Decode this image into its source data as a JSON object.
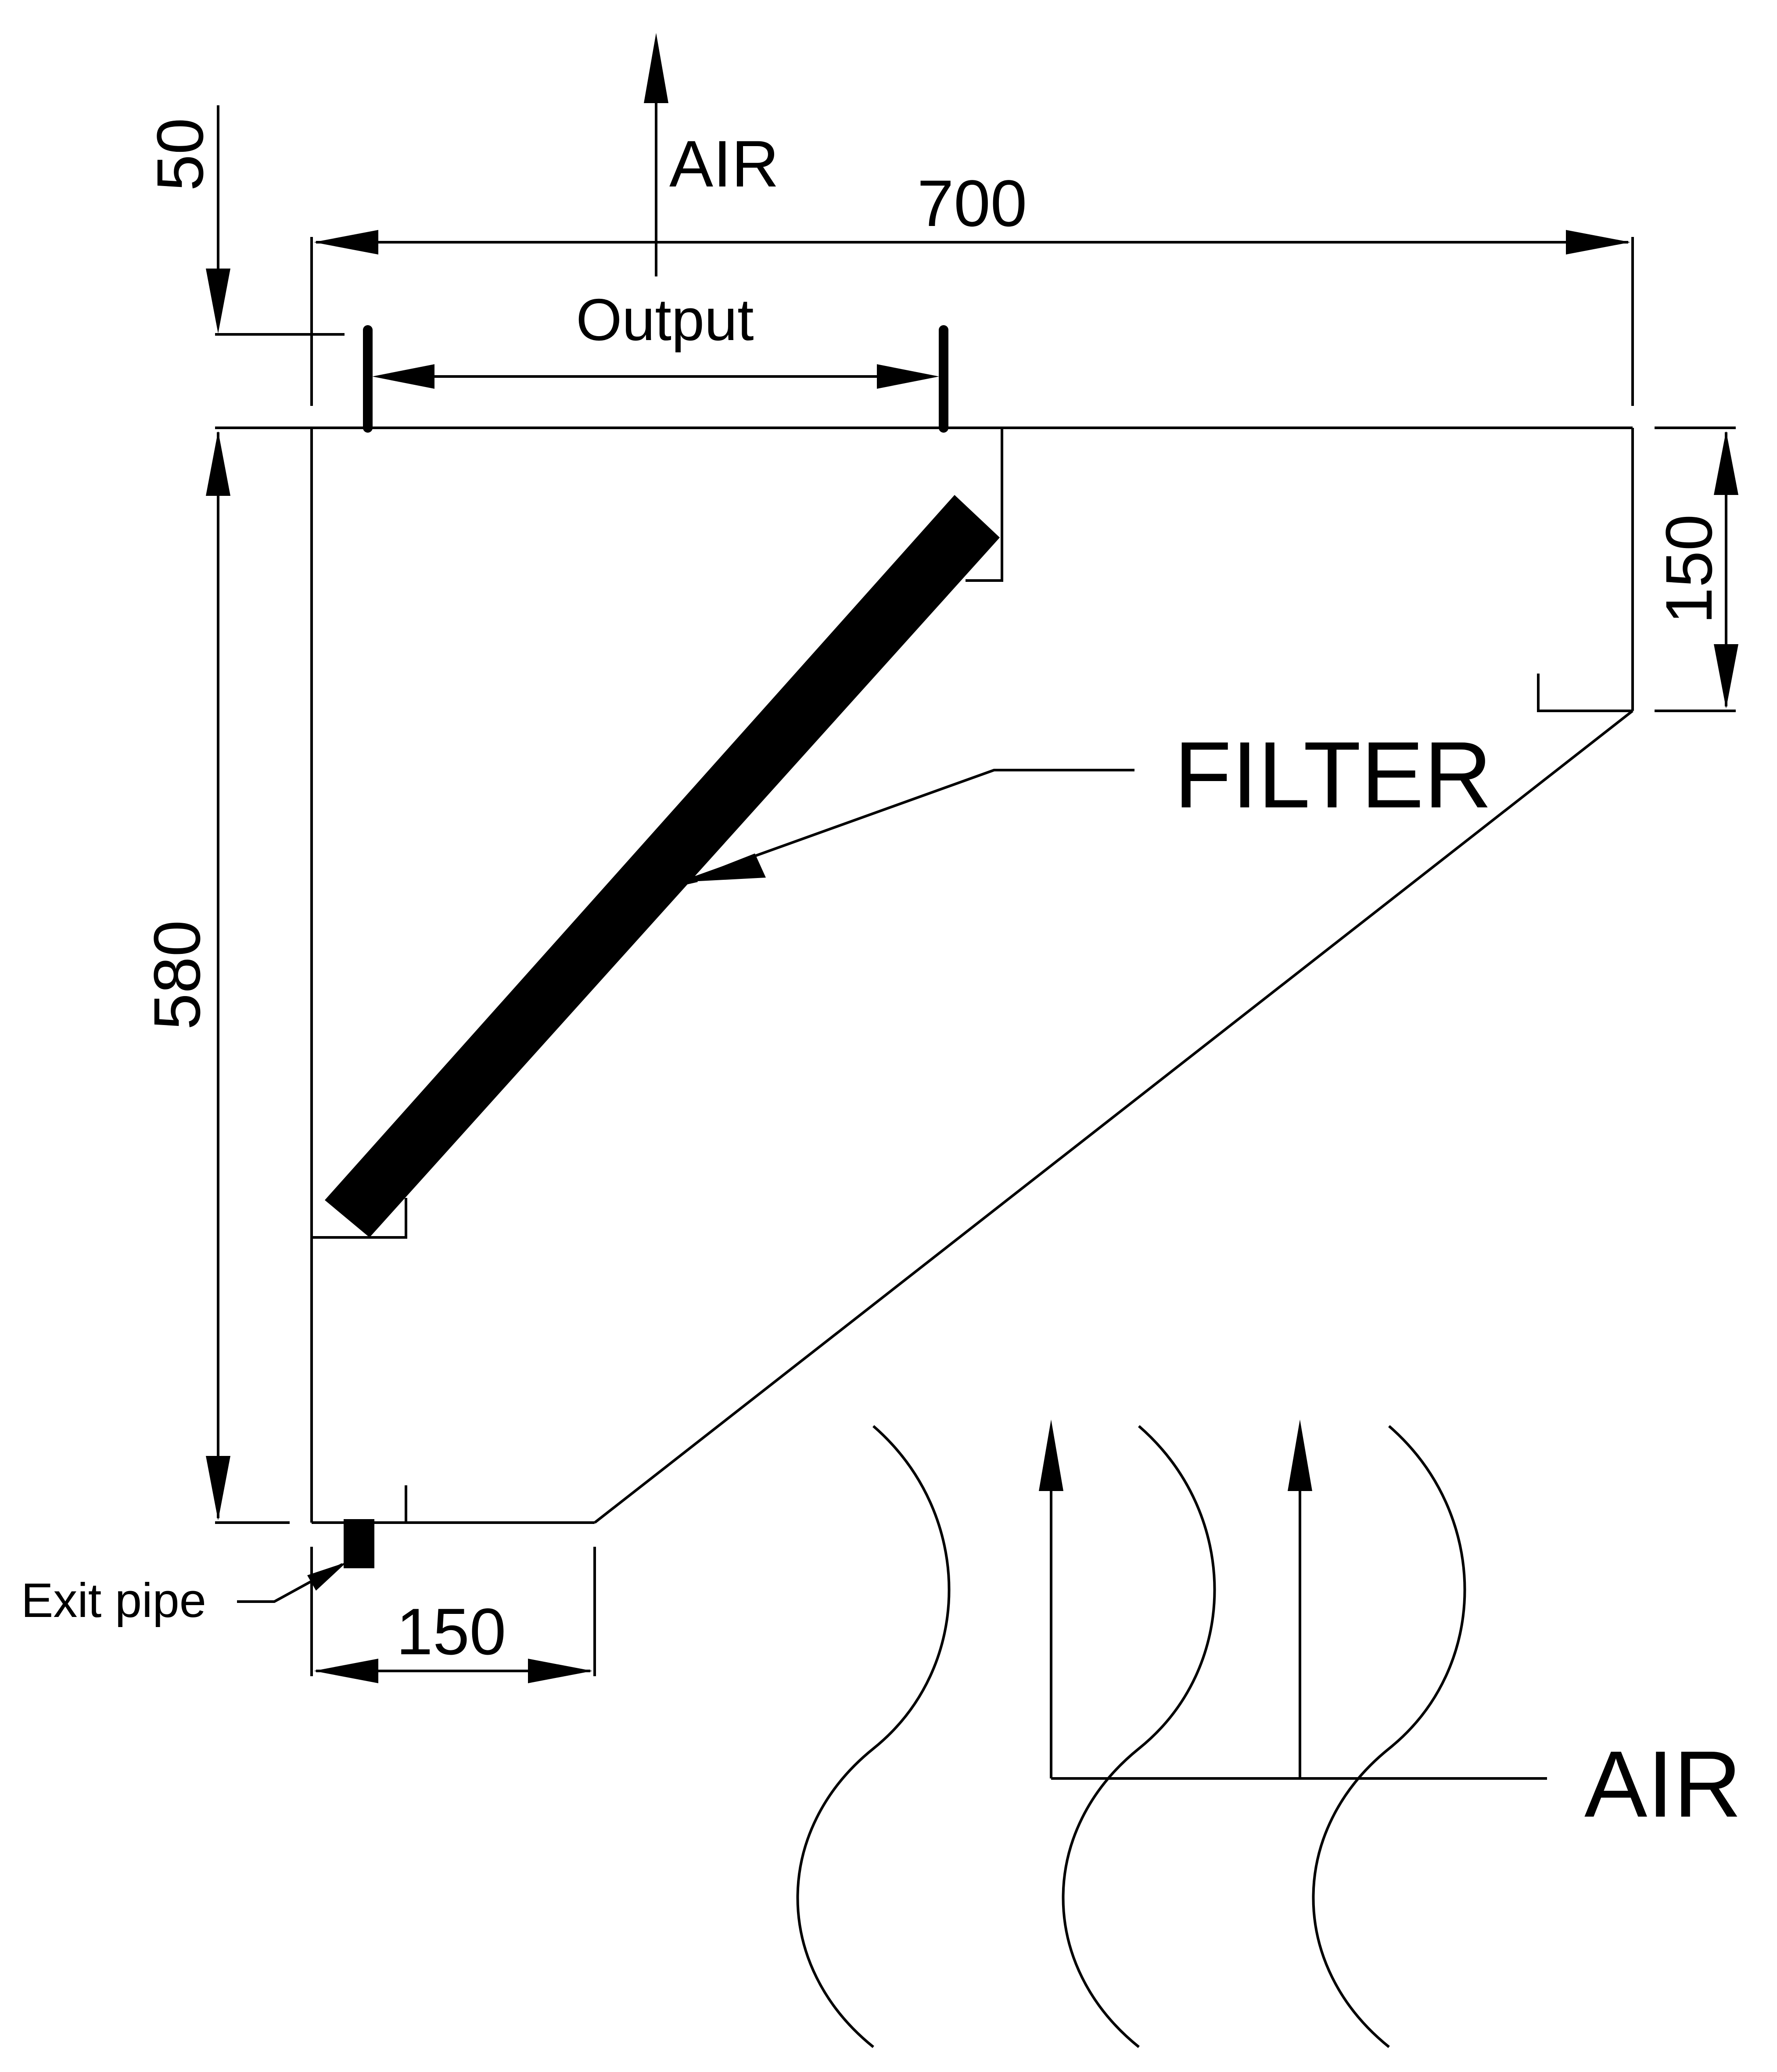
{
  "labels": {
    "air_top": "AIR",
    "air_bottom": "AIR",
    "output": "Output",
    "filter": "FILTER",
    "exit_pipe": "Exit pipe"
  },
  "dimensions": {
    "width_total": "700",
    "gap_top": "50",
    "height_left": "580",
    "height_right": "150",
    "width_bottom": "150"
  },
  "colors": {
    "ink": "#000000",
    "background": "#ffffff"
  }
}
